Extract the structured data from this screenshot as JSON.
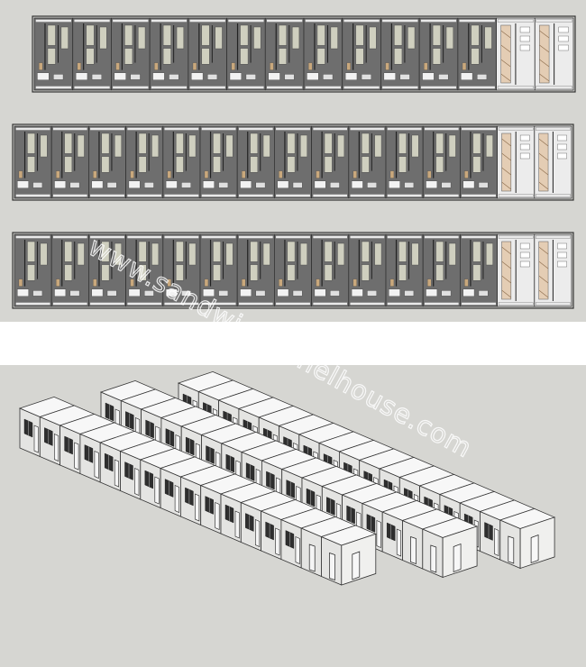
{
  "watermark": {
    "text": "www.sandwichpanelhouse.com"
  },
  "colors": {
    "panel_bg": "#d6d6d2",
    "plan_floor": "#6e6e6e",
    "plan_wall": "#e9e9e9",
    "plan_window": "#cfcfbf",
    "roof": "#f7f7f7",
    "facade": "#e4e4e2",
    "frame": "#333333",
    "watermark": "#ffffff"
  },
  "layout": {
    "plan_rows": [
      {
        "units": 14,
        "special_units": 2
      },
      {
        "units": 15,
        "special_units": 2
      },
      {
        "units": 15,
        "special_units": 2
      }
    ],
    "iso_rows": [
      {
        "units": 17,
        "window_units": 16,
        "door_units": 1
      },
      {
        "units": 17,
        "window_units": 15,
        "door_units": 2
      },
      {
        "units": 16,
        "window_units": 14,
        "door_units": 2
      }
    ]
  }
}
